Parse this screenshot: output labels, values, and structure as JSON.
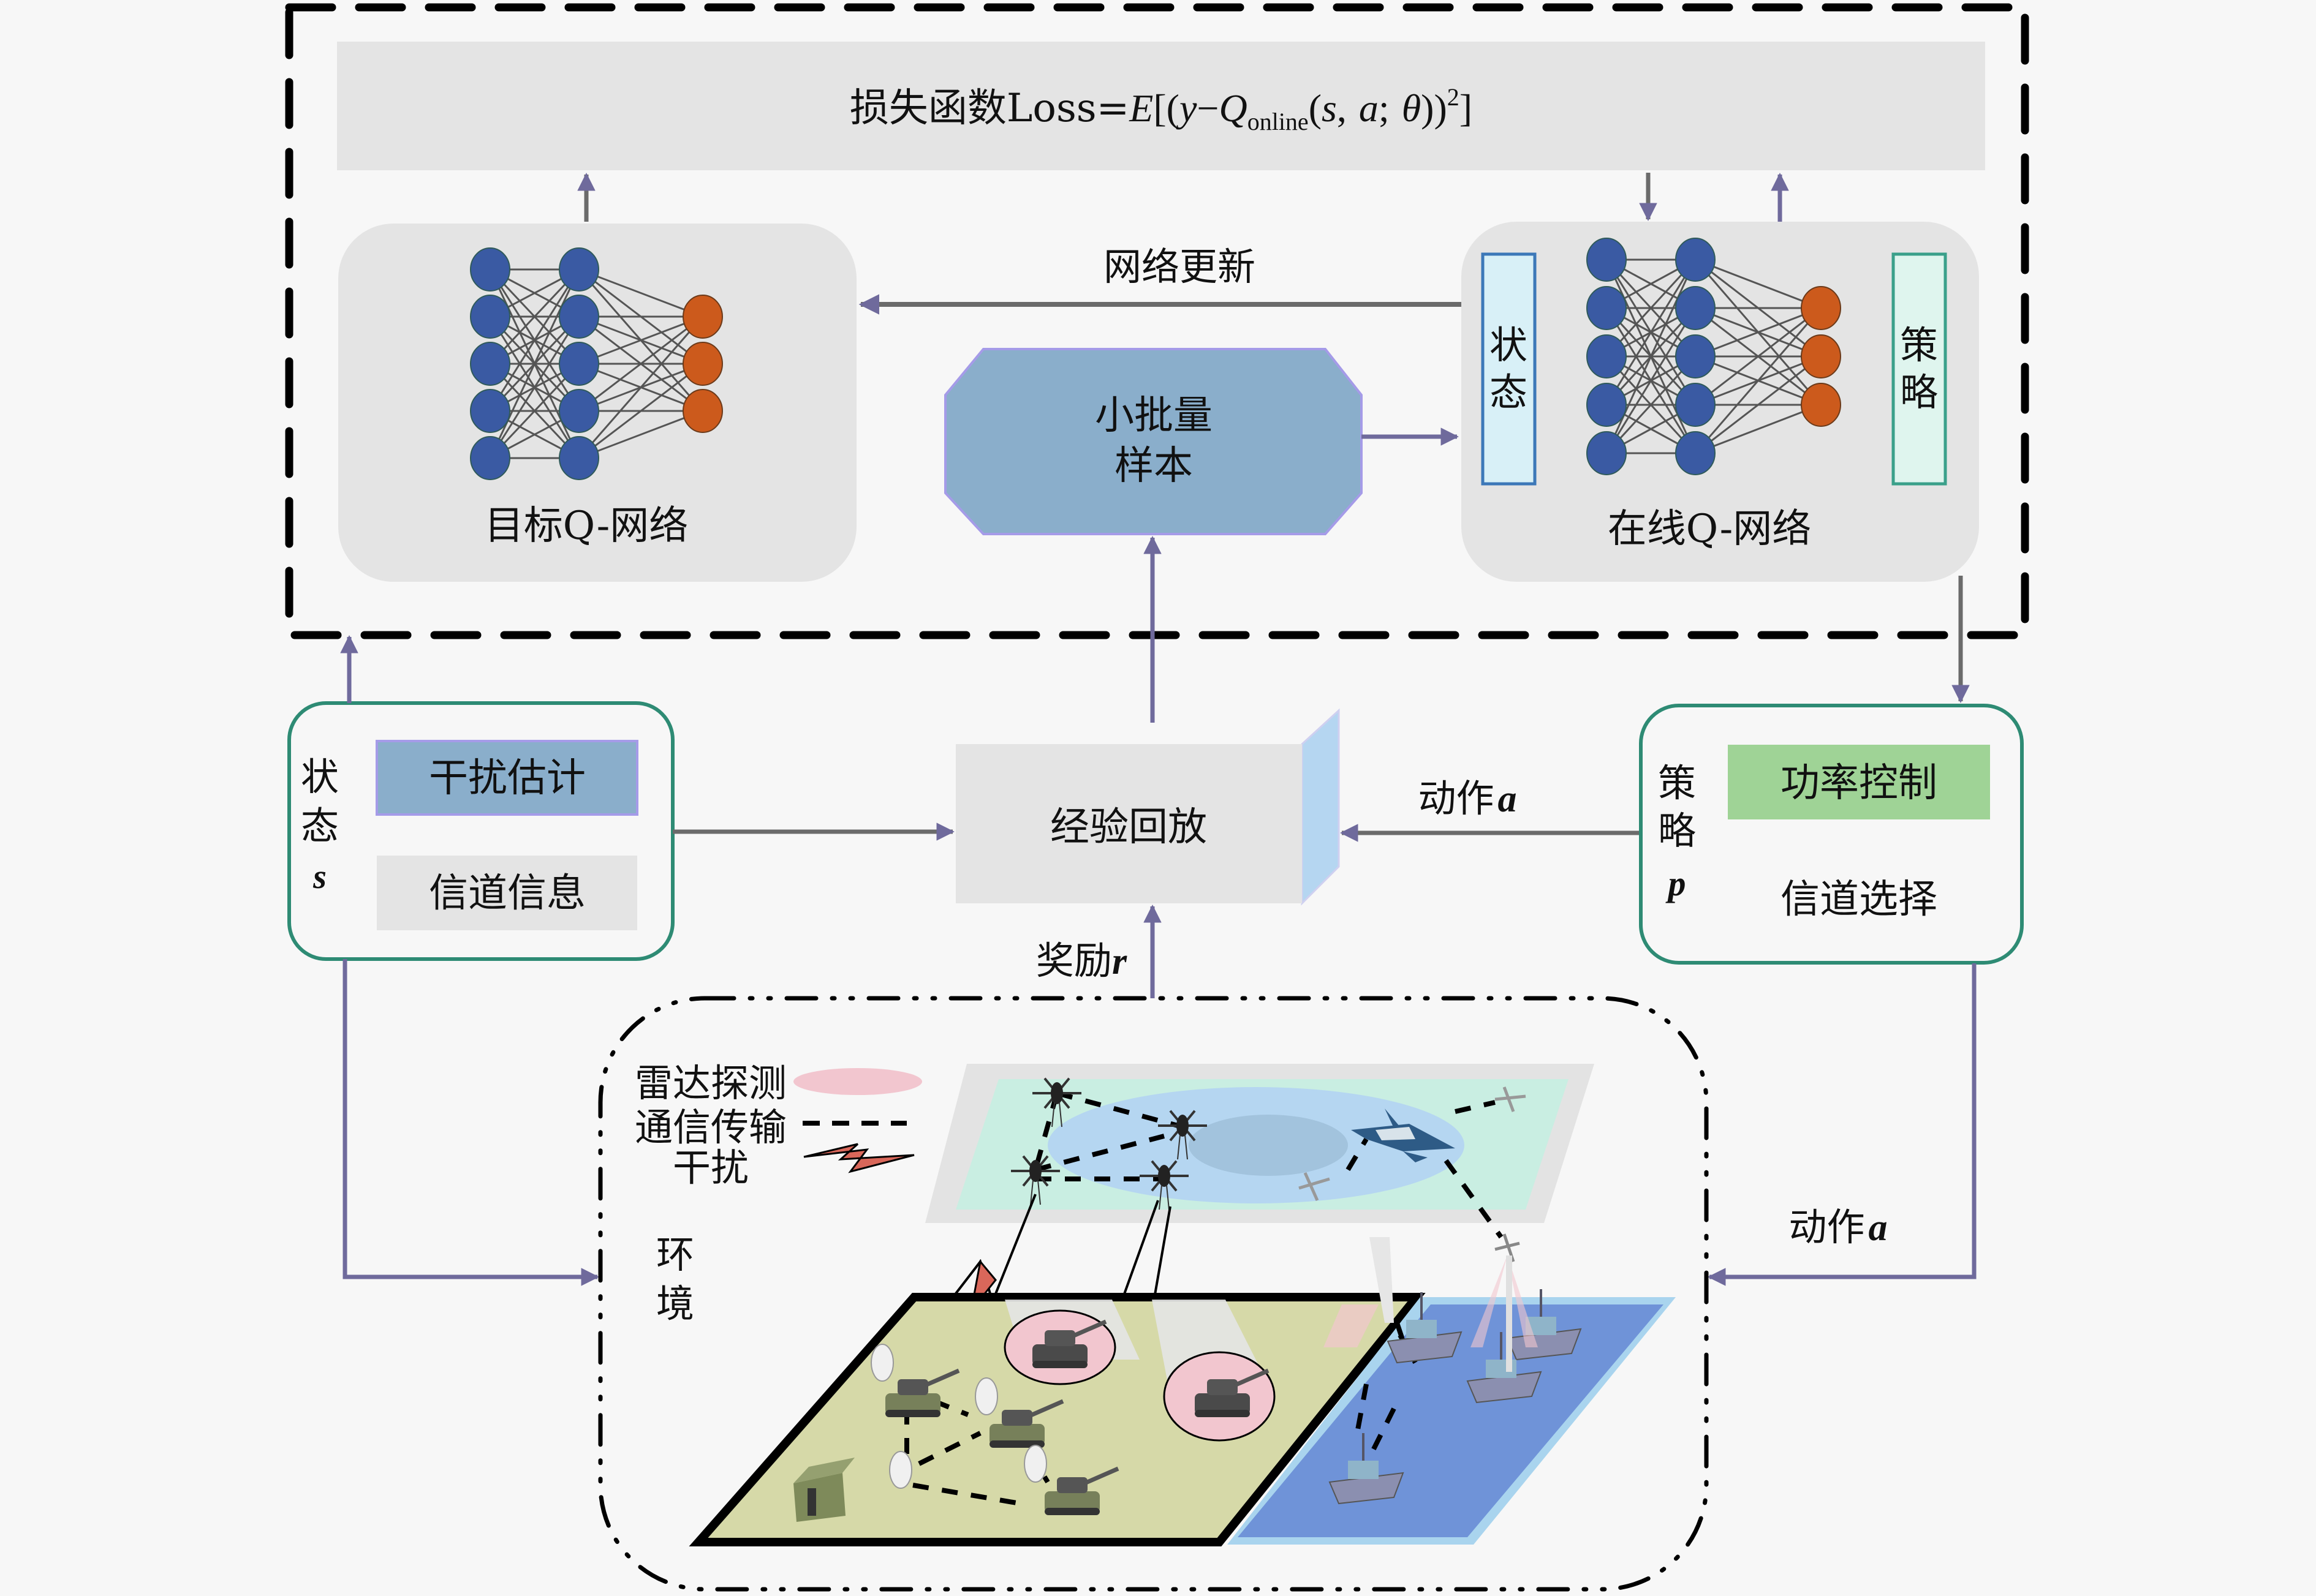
{
  "colors": {
    "background": "#f7f7f7",
    "panel_gray": "#e4e4e4",
    "arrow": "#6f6a9c",
    "line_gray": "#6b6b6b",
    "box_border_green": "#2e8b74",
    "node_blue": "#3a5aa3",
    "node_orange": "#cc5a1c",
    "minibatch_fill": "#8aaecb",
    "interference_fill": "#8aaecb",
    "power_control_fill": "#9fd396",
    "state_bar_fill": "#d8f0f7",
    "state_bar_border": "#3c78b8",
    "policy_bar_fill": "#dff5ee",
    "policy_bar_border": "#3aa08a",
    "replay_side": "#b5d6f1",
    "radar_ellipse": "#f2c6cf",
    "jamming_bolt": "#d9675a",
    "ground": "#d6d9a8",
    "sea_dark": "#6f93d8",
    "sea_light": "#a9d4ee",
    "air_layer": "#c9eee2",
    "air_core": "#b5d6f1"
  },
  "loss": {
    "prefix": "损失函数Loss=",
    "E": "E",
    "open": "[(",
    "y": "y",
    "minus": "−",
    "Q": "Q",
    "Q_sub": "online",
    "args_open": "(",
    "s": "s",
    "comma": ",",
    "a": "a",
    "semicolon": ";",
    "theta": "θ",
    "args_close": "))",
    "sup": "2",
    "close": "]"
  },
  "target_network": {
    "label": "目标Q-网络",
    "layers": [
      5,
      5,
      3
    ]
  },
  "online_network": {
    "label": "在线Q-网络",
    "state_bar": [
      "状",
      "态"
    ],
    "policy_bar": [
      "策",
      "略"
    ],
    "layers": [
      5,
      5,
      3
    ]
  },
  "network_update_label": "网络更新",
  "minibatch": {
    "line1": "小批量",
    "line2": "样本"
  },
  "state_box": {
    "side_label": [
      "状",
      "态"
    ],
    "symbol": "s",
    "item1": "干扰估计",
    "item2": "信道信息"
  },
  "experience_replay": {
    "label": "经验回放"
  },
  "policy_box": {
    "side_label": [
      "策",
      "略"
    ],
    "symbol": "p",
    "item1": "功率控制",
    "item2": "信道选择"
  },
  "action_label_top": {
    "text": "动作",
    "symbol": "a"
  },
  "action_label_right": {
    "text": "动作",
    "symbol": "a"
  },
  "reward_label": {
    "text": "奖励",
    "symbol": "r"
  },
  "environment": {
    "label": [
      "环",
      "境"
    ],
    "legend": [
      {
        "label": "雷达探测",
        "symbol": "radar-ellipse"
      },
      {
        "label": "通信传输",
        "symbol": "dashed-line"
      },
      {
        "label": "干扰",
        "symbol": "lightning-bolt"
      }
    ],
    "layers": [
      "air",
      "ground",
      "sea"
    ]
  }
}
